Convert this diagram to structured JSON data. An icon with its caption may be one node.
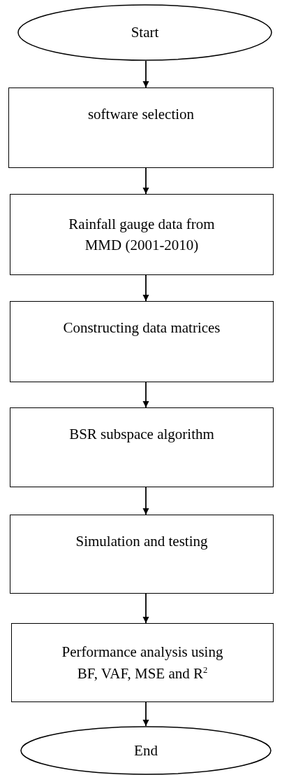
{
  "diagram": {
    "nodes": [
      {
        "text": [
          "Start"
        ]
      },
      {
        "text": [
          "software selection"
        ]
      },
      {
        "text": [
          "Rainfall gauge data from MMD (2001-2010)"
        ]
      },
      {
        "text": [
          "Constructing data matrices"
        ]
      },
      {
        "text": [
          "BSR subspace algorithm"
        ]
      },
      {
        "text": [
          "Simulation and testing"
        ]
      },
      {
        "text": [
          "Performance analysis using BF, VAF, MSE and R$^{2}$"
        ]
      },
      {
        "text": [
          "End"
        ]
      }
    ],
    "edges": [
      {
        "from": 0,
        "to": 1,
        "arrow": "to"
      },
      {
        "from": 1,
        "to": 2,
        "arrow": "to"
      },
      {
        "from": 2,
        "to": 3,
        "arrow": "to"
      },
      {
        "from": 3,
        "to": 4,
        "arrow": "to"
      },
      {
        "from": 4,
        "to": 5,
        "arrow": "to"
      },
      {
        "from": 5,
        "to": 6,
        "arrow": "to"
      },
      {
        "from": 6,
        "to": 7,
        "arrow": "to"
      }
    ]
  }
}
